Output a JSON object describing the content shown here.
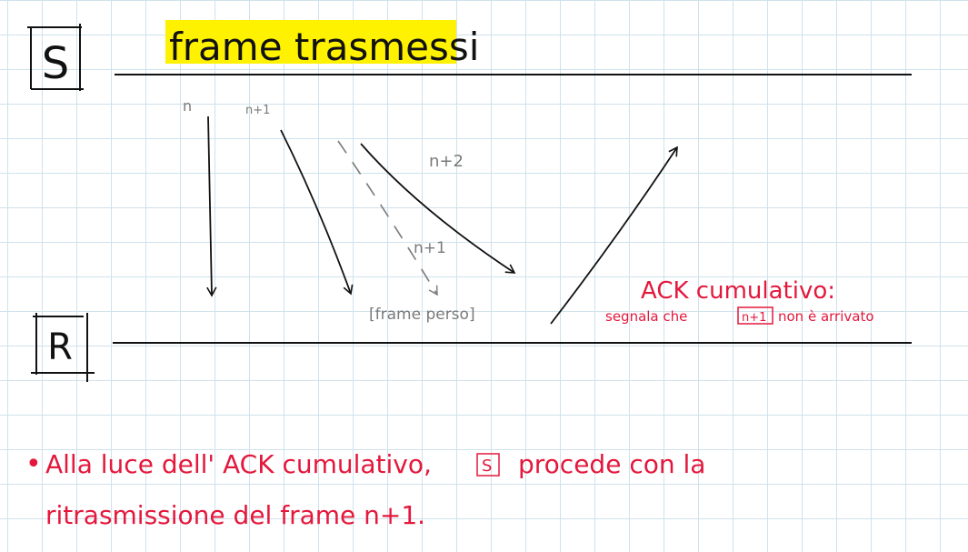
{
  "sender_box": {
    "label": "S"
  },
  "receiver_box": {
    "label": "R"
  },
  "title": {
    "text": "frame trasmessi"
  },
  "frames": {
    "n": "n",
    "n_plus_1": "n+1",
    "n_plus_2": "n+2",
    "n_plus_1_lost": "n+1",
    "lost_label": "[frame perso]"
  },
  "ack_note": {
    "title": "ACK cumulativo:",
    "line_prefix": "segnala che",
    "boxed": "n+1",
    "line_suffix": "non è arrivato"
  },
  "conclusion": {
    "bullet": "•",
    "line1_a": "Alla luce dell' ACK cumulativo,",
    "line1_boxed": "S",
    "line1_b": "procede con la",
    "line2": "ritrasmissione del frame n+1."
  },
  "colors": {
    "ink": "#111111",
    "gray": "#7a7a7a",
    "red": "#e4183c",
    "highlight": "#fff200",
    "grid": "#cfe2ec"
  }
}
